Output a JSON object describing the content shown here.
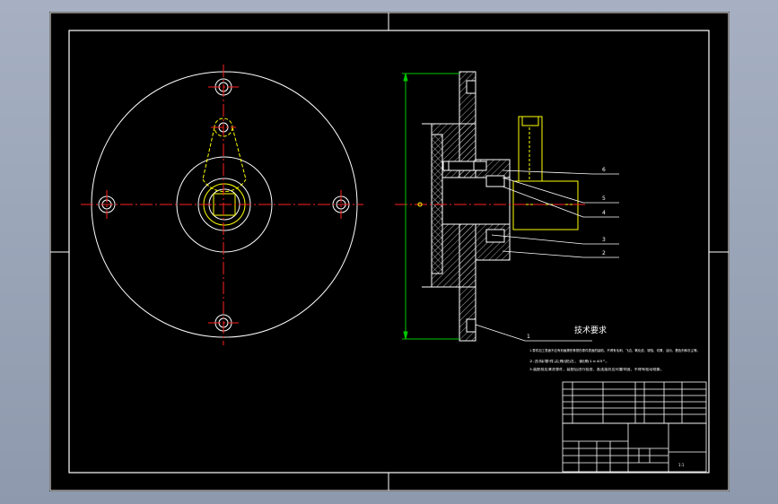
{
  "colors": {
    "background": "#000000",
    "viewport": "#99a4b7",
    "line": "#ffffff",
    "centerline": "#ff2020",
    "hidden": "#ffff00",
    "dimension": "#00c800",
    "hatch": "#dddddd"
  },
  "drawing": {
    "tech_title": "技术要求",
    "notes": [
      "1.零件加工表面不应有划痕擦伤等损伤零件表面的缺陷，不得有毛刺、飞边、氧化皮、锈蚀、切屑、油污、着色剂和灰尘等。",
      "2.去除零件尖角锐边，倒角1×45°。",
      "3.装配前应清洗零件，装配后进行检查，各连接处应可靠牢固，不得有松动现象。"
    ],
    "callouts": [
      "6",
      "5",
      "4",
      "3",
      "2",
      "1"
    ],
    "scale": "1:1"
  }
}
